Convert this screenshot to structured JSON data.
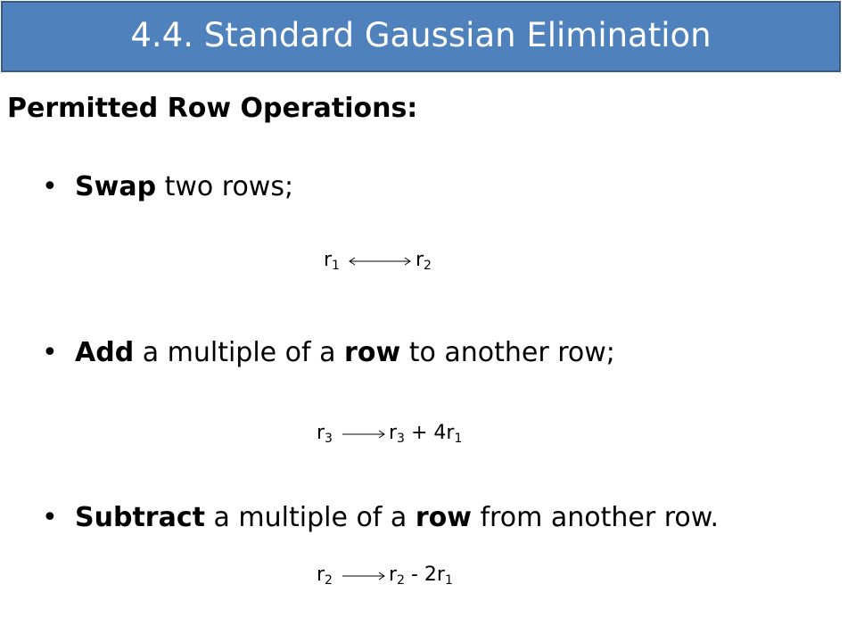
{
  "slide": {
    "title": "4.4. Standard Gaussian Elimination",
    "section_heading": "Permitted Row Operations:",
    "colors": {
      "title_bar": "#4f81bd",
      "title_border": "#385d8a",
      "title_text": "#ffffff"
    }
  },
  "bullets": [
    {
      "bullet": "•",
      "bold": "Swap",
      "rest": " two rows;"
    },
    {
      "bullet": "•",
      "bold": "Add",
      "mid": " a multiple of a ",
      "bold2": "row",
      "rest": " to another row;"
    },
    {
      "bullet": "•",
      "bold": "Subtract",
      "mid": " a multiple of a ",
      "bold2": "row",
      "rest": " from another row."
    }
  ],
  "formulas": {
    "swap": {
      "left_var": "r",
      "left_sub": "1",
      "right_var": "r",
      "right_sub": "2",
      "arrow": "double-headed-arrow"
    },
    "add": {
      "left_var": "r",
      "left_sub": "3",
      "right_var": "r",
      "right_sub": "3",
      "op": " + 4r",
      "op_sub": "1",
      "arrow": "right-arrow"
    },
    "subtract": {
      "left_var": "r",
      "left_sub": "2",
      "right_var": "r",
      "right_sub": "2",
      "op": " - 2r",
      "op_sub": "1",
      "arrow": "right-arrow"
    }
  }
}
